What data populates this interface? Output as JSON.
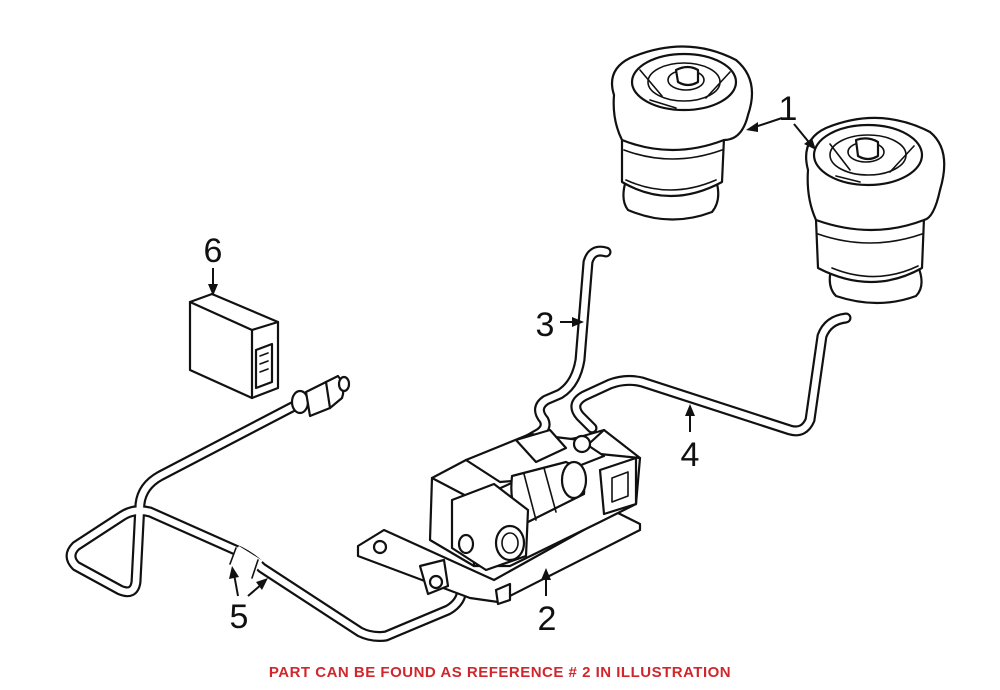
{
  "callouts": {
    "ref_1": "1",
    "ref_2": "2",
    "ref_3": "3",
    "ref_4": "4",
    "ref_5": "5",
    "ref_6": "6"
  },
  "footer": {
    "note": "PART CAN BE FOUND AS REFERENCE # 2 IN ILLUSTRATION",
    "note_color": "#d0262c"
  }
}
